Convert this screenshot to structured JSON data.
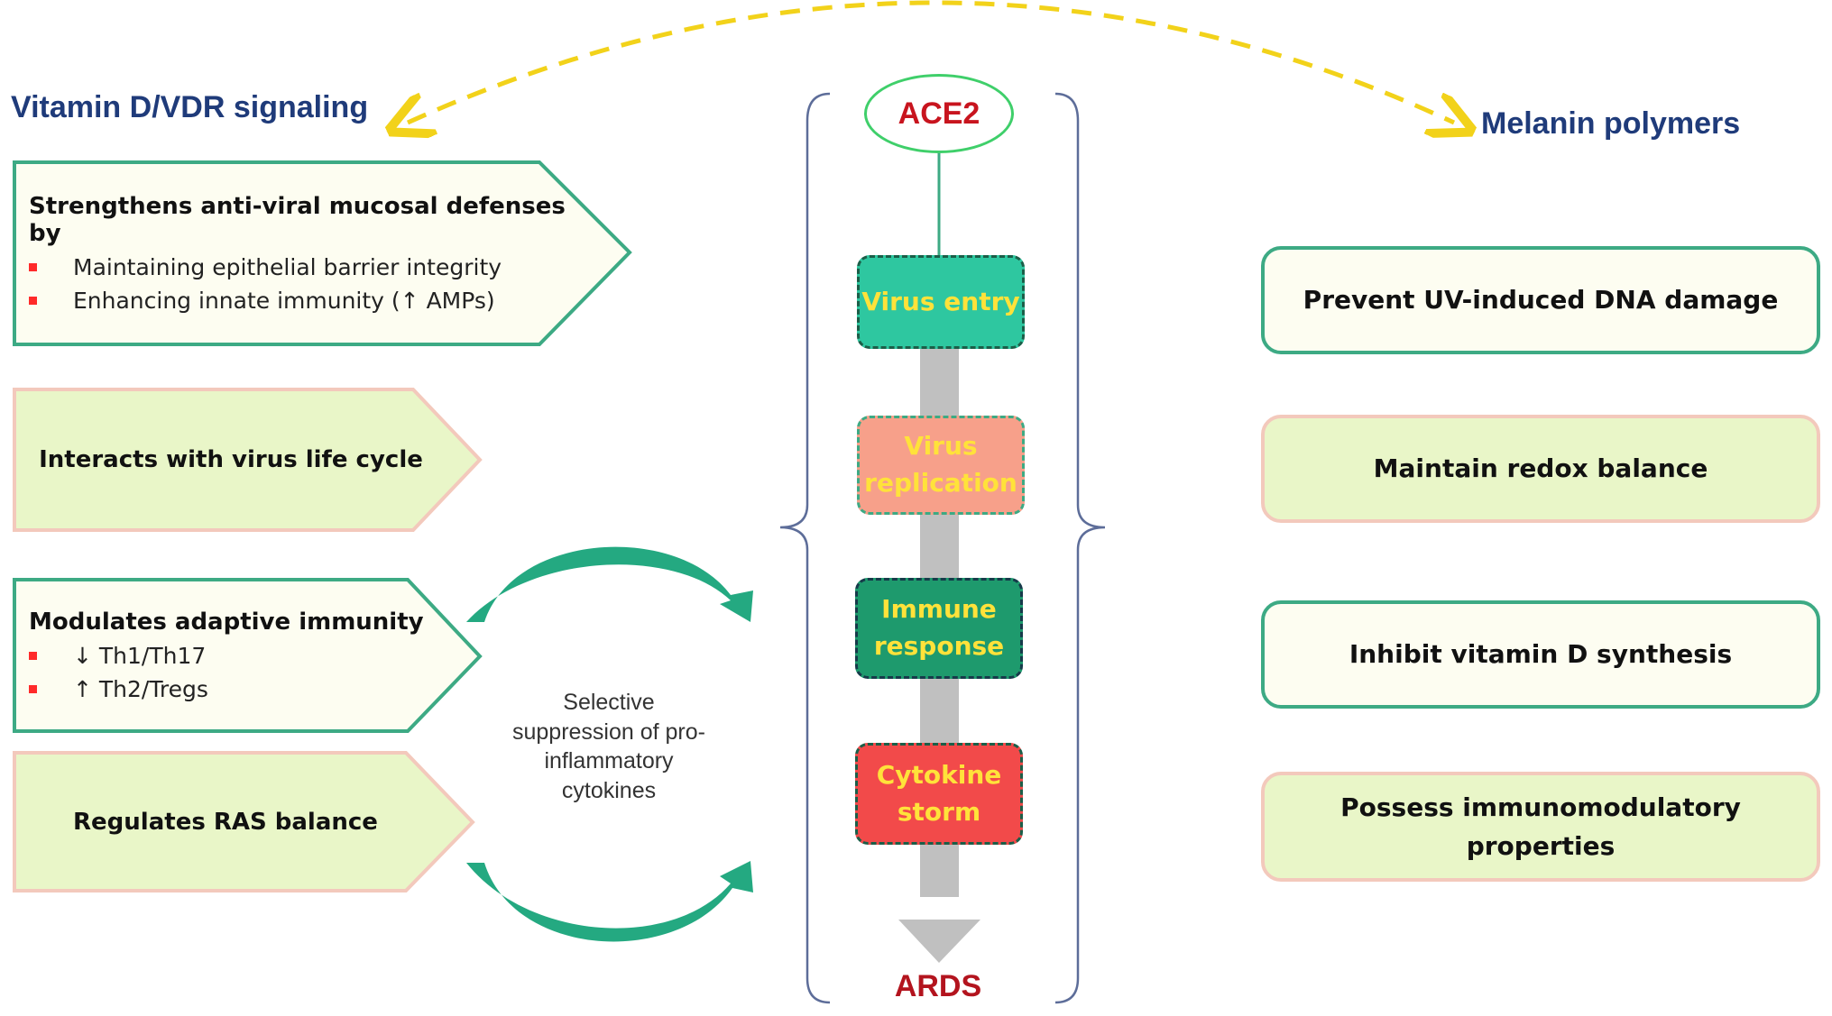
{
  "left": {
    "heading": "Vitamin D/VDR signaling",
    "boxes": [
      {
        "title": "Strengthens anti-viral mucosal defenses by",
        "bullets": [
          "Maintaining epithelial barrier integrity",
          "Enhancing innate immunity (↑ AMPs)"
        ]
      },
      {
        "title": "Interacts with virus life cycle"
      },
      {
        "title": "Modulates adaptive immunity",
        "bullets": [
          "↓ Th1/Th17",
          "↑ Th2/Tregs"
        ]
      },
      {
        "title": "Regulates RAS balance"
      }
    ],
    "cytokine_note": "Selective suppression of pro-inflammatory cytokines"
  },
  "center": {
    "receptor": "ACE2",
    "stages": [
      {
        "label": "Virus entry"
      },
      {
        "label": "Virus replication"
      },
      {
        "label": "Immune response"
      },
      {
        "label": "Cytokine storm"
      }
    ],
    "outcome": "ARDS"
  },
  "right": {
    "heading": "Melanin polymers",
    "boxes": [
      {
        "label": "Prevent UV-induced DNA damage"
      },
      {
        "label": "Maintain redox balance"
      },
      {
        "label": "Inhibit vitamin D synthesis"
      },
      {
        "label": "Possess immunomodulatory properties"
      }
    ]
  },
  "colors": {
    "heading": "#1f3b7a",
    "receptor_text": "#c8141e",
    "stage_text": "#ffe23a",
    "virus_entry": "#2ec7a0",
    "virus_replication": "#f7a08a",
    "immune_response": "#1e9a6d",
    "cytokine_storm": "#f24a4a",
    "teal_arrow": "#24a981",
    "dashed_arrow": "#f2d21a"
  }
}
